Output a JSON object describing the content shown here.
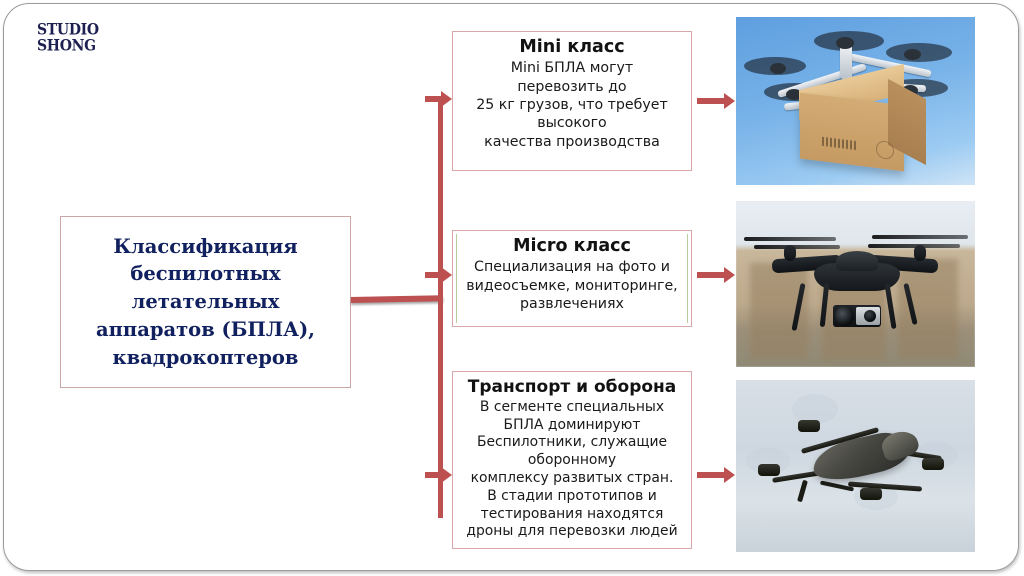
{
  "slide": {
    "logo": {
      "line1": "STUDIO",
      "line2": "SHONG"
    },
    "title_box": {
      "text": "Классификация\nбеспилотных\nлетательных\nаппаратов (БПЛА),\nквадрокоптеров"
    },
    "nodes": [
      {
        "heading": "Mini класс",
        "body": "Mini БПЛА могут\nперевозить до\n25 кг грузов, что требует высокого\nкачества производства",
        "image_alt": "delivery-drone-with-package"
      },
      {
        "heading": "Micro класс",
        "body": "Специализация на фото и видеосъемке, мониторинге,\nразвлечениях",
        "image_alt": "black-camera-quadcopter"
      },
      {
        "heading": "Транспорт и оборона",
        "body": "В сегменте специальных\nБПЛА доминируют\nБеспилотники, служащие\nоборонному\nкомплексу развитых стран.\nВ стадии прототипов  и\nтестирования находятся\nдроны для перевозки людей",
        "image_alt": "military-quadcopter"
      }
    ],
    "colors": {
      "title_text": "#11205e",
      "box_border": "#d9a7a7",
      "accent_border": "#b9cf9a",
      "connector": "#bd5050",
      "frame": "#9a9a9e",
      "logo": "#1d2050"
    }
  }
}
